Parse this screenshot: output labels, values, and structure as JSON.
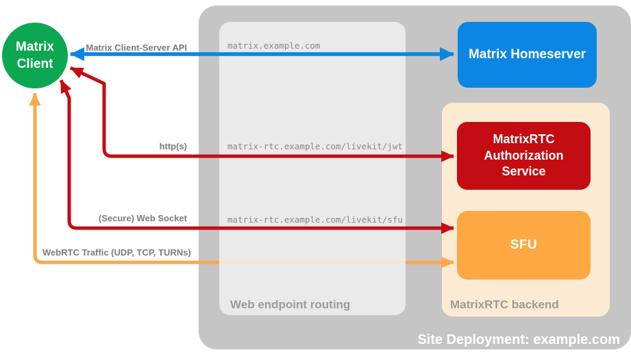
{
  "nodes": {
    "client": "Matrix Client",
    "homeserver": "Matrix Homeserver",
    "auth_service": "MatrixRTC Authorization Service",
    "sfu": "SFU"
  },
  "containers": {
    "deployment_label": "Site Deployment: example.com",
    "routing_label": "Web endpoint routing",
    "backend_label": "MatrixRTC backend"
  },
  "endpoints": [
    "matrix.example.com",
    "matrix-rtc.example.com/livekit/jwt",
    "matrix-rtc.example.com/livekit/sfu"
  ],
  "connections": [
    {
      "label": "Matrix Client-Server API",
      "between": [
        "Matrix Client",
        "Matrix Homeserver"
      ],
      "color": "#0b86e2"
    },
    {
      "label": "http(s)",
      "between": [
        "Matrix Client",
        "MatrixRTC Authorization Service"
      ],
      "color": "#c30d12"
    },
    {
      "label": "(Secure) Web Socket",
      "between": [
        "Matrix Client",
        "SFU"
      ],
      "color": "#c30d12"
    },
    {
      "label": "WebRTC Traffic (UDP, TCP, TURNs)",
      "between": [
        "Matrix Client",
        "SFU"
      ],
      "color": "#f9a94c"
    }
  ],
  "colors": {
    "client_green": "#0ca750",
    "homeserver_blue": "#0b86e2",
    "auth_red": "#c30d12",
    "sfu_orange": "#fda843",
    "webrtc_line_orange": "#f9a94c",
    "backend_peach": "#fdead3",
    "deployment_gray": "#c5c5c5",
    "routing_gray": "#ececec"
  }
}
